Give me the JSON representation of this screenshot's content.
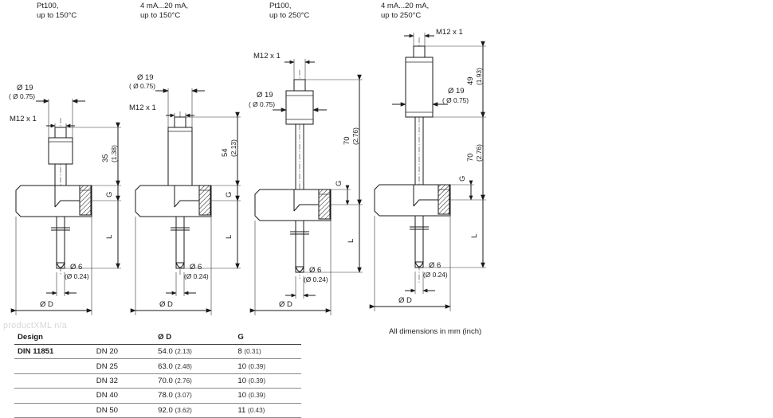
{
  "meta": {
    "note": "All dimensions in mm (inch)",
    "watermark": "productXML n/a"
  },
  "variants": [
    {
      "id": "pt100-150",
      "header_line1": "Pt100,",
      "header_line2": "up to 150°C",
      "labels": {
        "dia19": "Ø 19",
        "dia19_in": "( Ø 0.75)",
        "thread": "M12 x 1",
        "height": "35",
        "height_in": "(1.38)",
        "g": "G",
        "l": "L",
        "dia6": "Ø 6",
        "dia6_in": "(Ø 0.24)",
        "diaD": "Ø D"
      }
    },
    {
      "id": "4-20ma-150",
      "header_line1": "4 mA...20 mA,",
      "header_line2": "up to 150°C",
      "labels": {
        "dia19": "Ø 19",
        "dia19_in": "( Ø 0.75)",
        "thread": "M12 x 1",
        "height": "54",
        "height_in": "(2.13)",
        "g": "G",
        "l": "L",
        "dia6": "Ø 6",
        "dia6_in": "(Ø 0.24)",
        "diaD": "Ø D"
      }
    },
    {
      "id": "pt100-250",
      "header_line1": "Pt100,",
      "header_line2": "up to 250°C",
      "labels": {
        "dia19": "Ø 19",
        "dia19_in": "( Ø 0.75)",
        "thread": "M12 x 1",
        "height": "70",
        "height_in": "(2.76)",
        "g": "G",
        "l": "L",
        "dia6": "Ø 6",
        "dia6_in": "(Ø 0.24)",
        "diaD": "Ø D"
      }
    },
    {
      "id": "4-20ma-250",
      "header_line1": "4 mA...20 mA,",
      "header_line2": "up to 250°C",
      "labels": {
        "dia19": "Ø 19",
        "dia19_in": "( Ø 0.75)",
        "thread": "M12 x 1",
        "head_height": "49",
        "head_height_in": "(1.93)",
        "height": "70",
        "height_in": "(2.76)",
        "g": "G",
        "l": "L",
        "dia6": "Ø 6",
        "dia6_in": "(Ø 0.24)",
        "diaD": "Ø D"
      }
    }
  ],
  "table": {
    "headers": [
      "Design",
      "",
      "Ø D",
      "G"
    ],
    "rows": [
      {
        "design": "DIN 11851",
        "size": "DN 20",
        "d_mm": "54.0",
        "d_in": "(2.13)",
        "g_mm": "8",
        "g_in": "(0.31)"
      },
      {
        "design": "",
        "size": "DN 25",
        "d_mm": "63.0",
        "d_in": "(2.48)",
        "g_mm": "10",
        "g_in": "(0.39)"
      },
      {
        "design": "",
        "size": "DN 32",
        "d_mm": "70.0",
        "d_in": "(2.76)",
        "g_mm": "10",
        "g_in": "(0.39)"
      },
      {
        "design": "",
        "size": "DN 40",
        "d_mm": "78.0",
        "d_in": "(3.07)",
        "g_mm": "10",
        "g_in": "(0.39)"
      },
      {
        "design": "",
        "size": "DN 50",
        "d_mm": "92.0",
        "d_in": "(3.62)",
        "g_mm": "11",
        "g_in": "(0.43)"
      }
    ]
  }
}
